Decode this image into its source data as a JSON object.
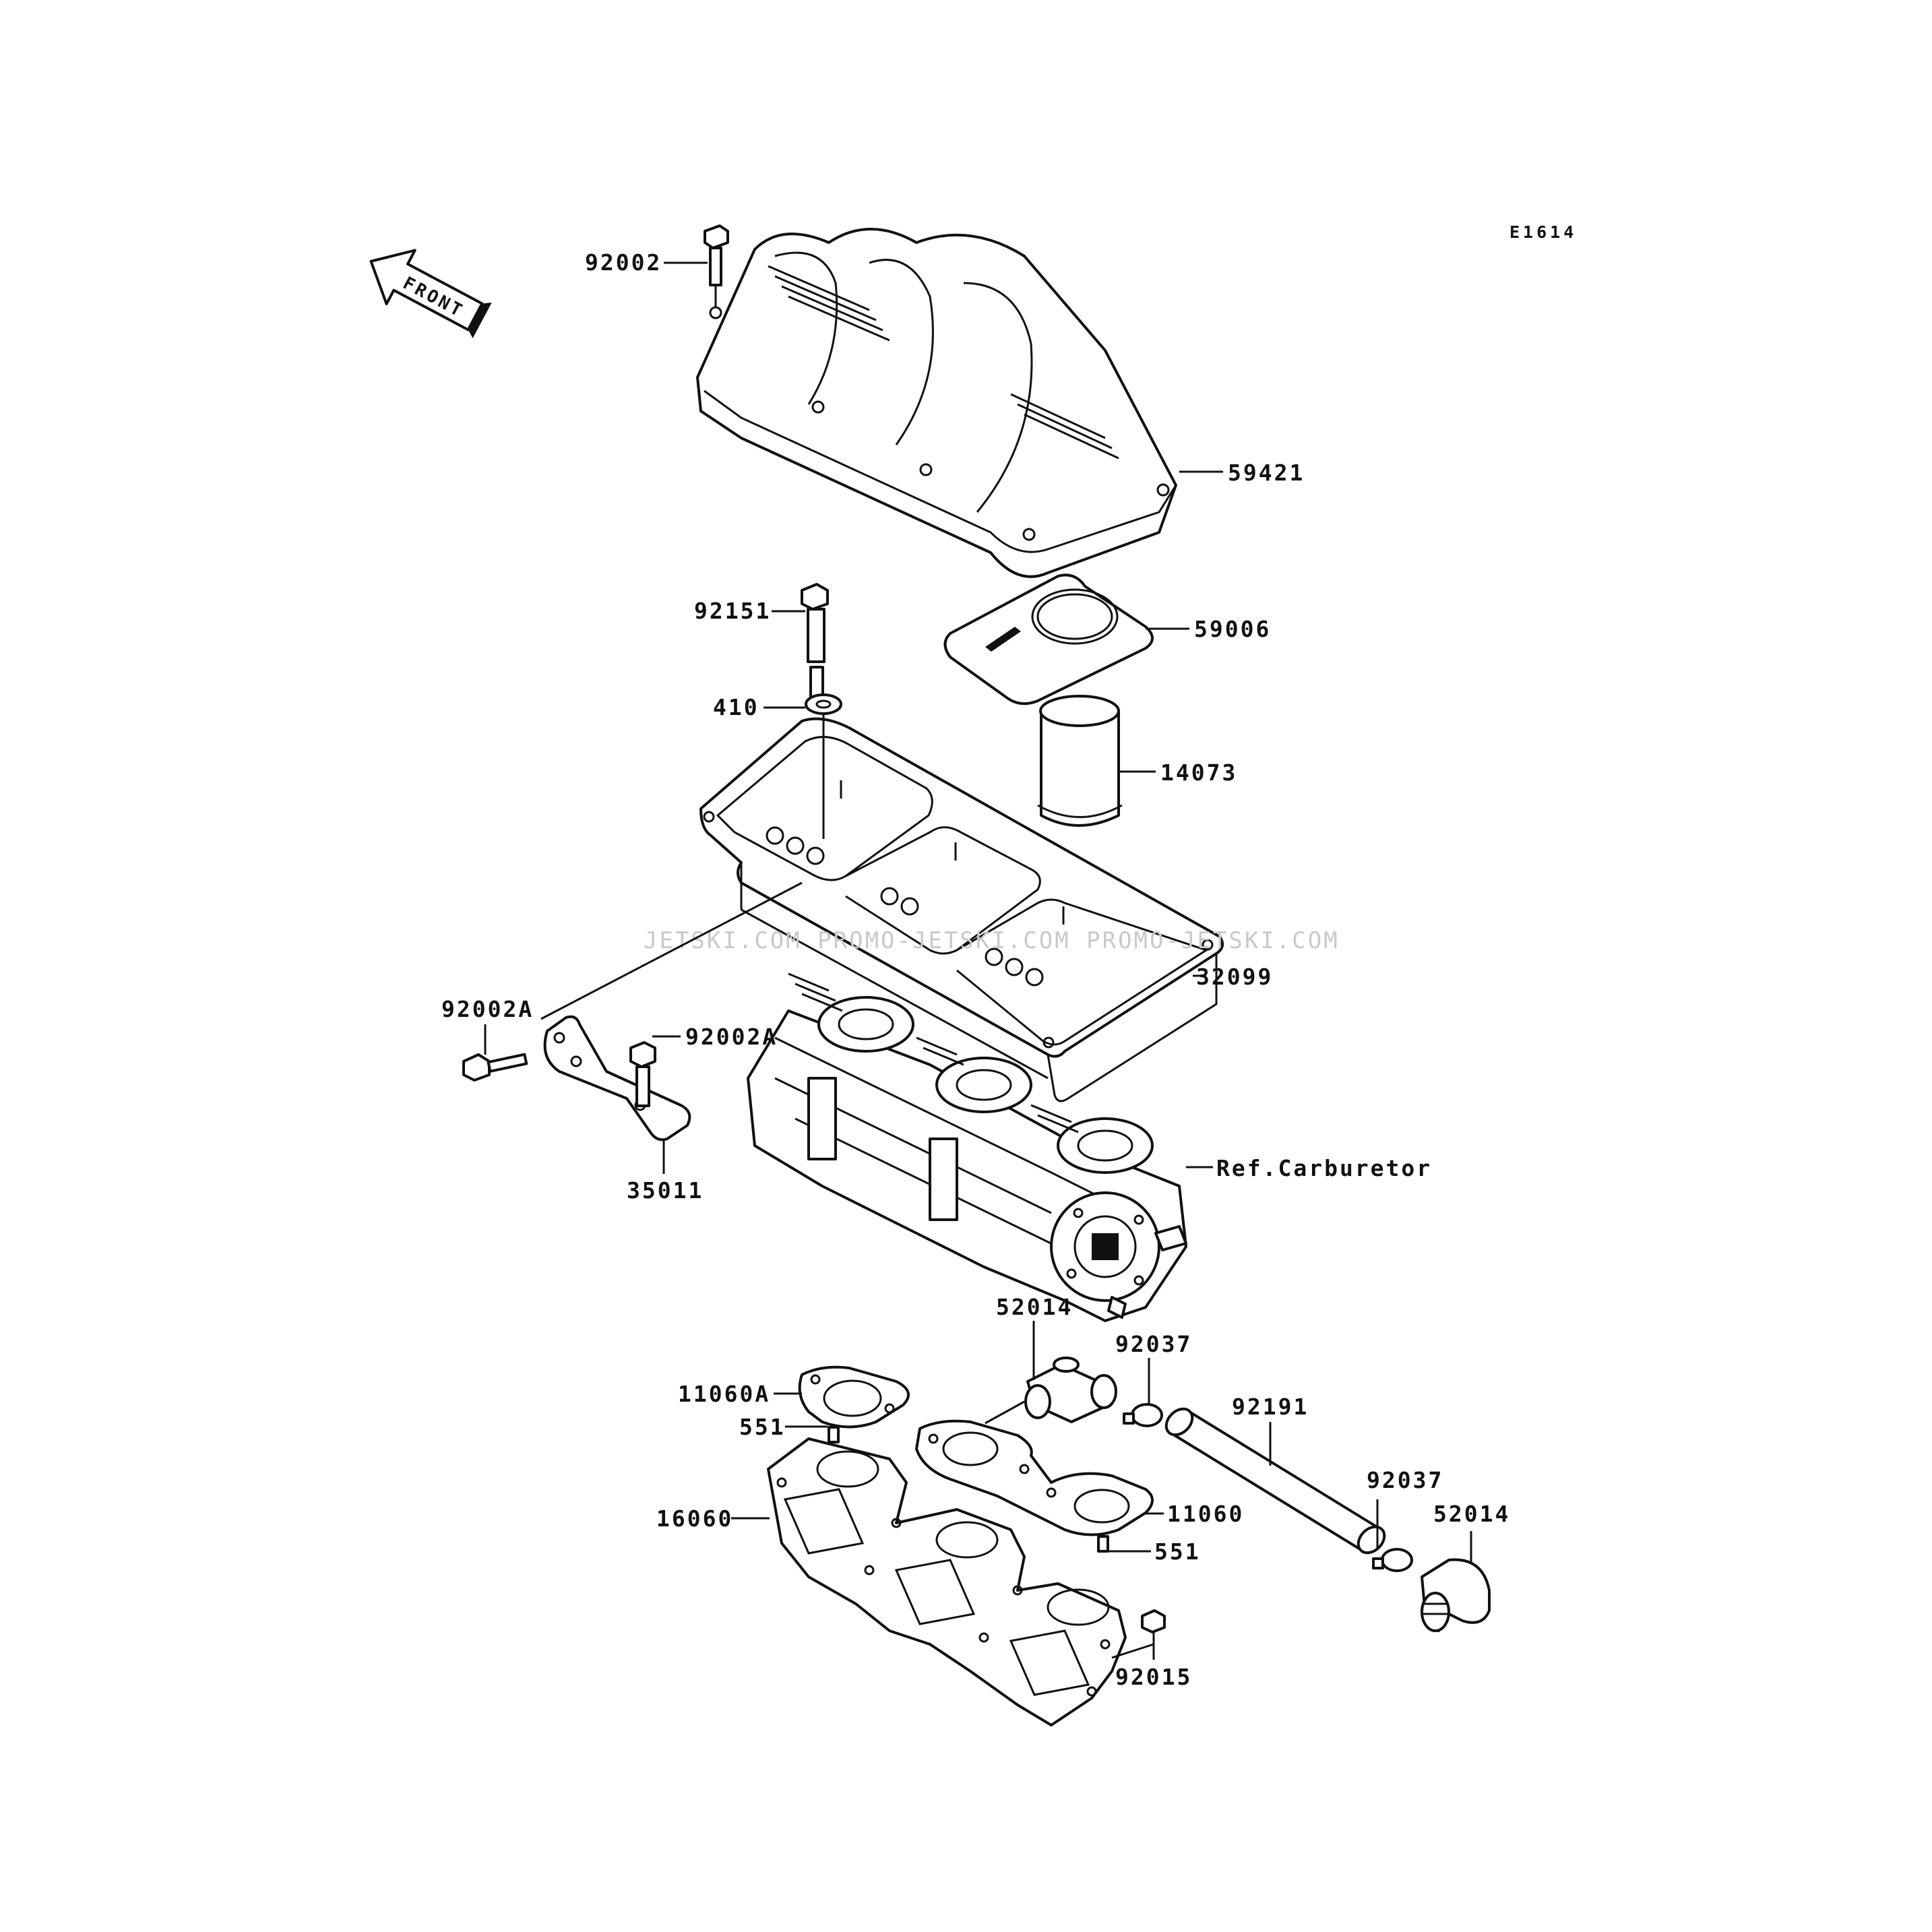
{
  "diagram_code": "E1614",
  "front_label": "FRONT",
  "watermark": "JETSKI.COM  PROMO-JETSKI.COM  PROMO-JETSKI.COM",
  "part_labels": {
    "p92002": "92002",
    "p59421": "59421",
    "p92151": "92151",
    "p59006": "59006",
    "p410": "410",
    "p14073": "14073",
    "p32099": "32099",
    "p92002A_left": "92002A",
    "p92002A_right": "92002A",
    "p35011": "35011",
    "ref_carburetor": "Ref.Carburetor",
    "p52014_top": "52014",
    "p92037_top": "92037",
    "p11060A": "11060A",
    "p92191": "92191",
    "p551_top": "551",
    "p92037_bottom": "92037",
    "p52014_bottom": "52014",
    "p16060": "16060",
    "p11060": "11060",
    "p551_bottom": "551",
    "p92015": "92015"
  }
}
